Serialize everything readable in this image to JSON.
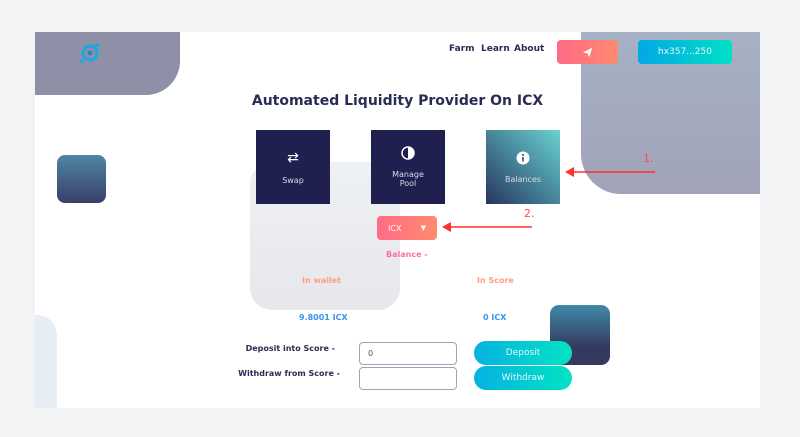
{
  "nav": {
    "items": [
      "Farm",
      "Learn",
      "About"
    ],
    "wallet": "hx357...250"
  },
  "title": "Automated Liquidity Provider On ICX",
  "tiles": [
    {
      "label": "Swap"
    },
    {
      "label": "Manage Pool"
    },
    {
      "label": "Balances"
    }
  ],
  "token_select": "ICX",
  "balance_label": "Balance -",
  "in_wallet_label": "In wallet",
  "in_score_label": "In Score",
  "wallet_amount": "9.8001 ICX",
  "score_amount": "0 ICX",
  "deposit": {
    "label": "Deposit into Score -",
    "value": "0",
    "button": "Deposit"
  },
  "withdraw": {
    "label": "Withdraw from Score -",
    "value": "",
    "button": "Withdraw"
  },
  "annotations": [
    "1.",
    "2."
  ],
  "colors": {
    "navy": "#1f2050",
    "pink": "#ff6b86",
    "teal": "#03e3c4",
    "annotation": "#ff3333"
  }
}
